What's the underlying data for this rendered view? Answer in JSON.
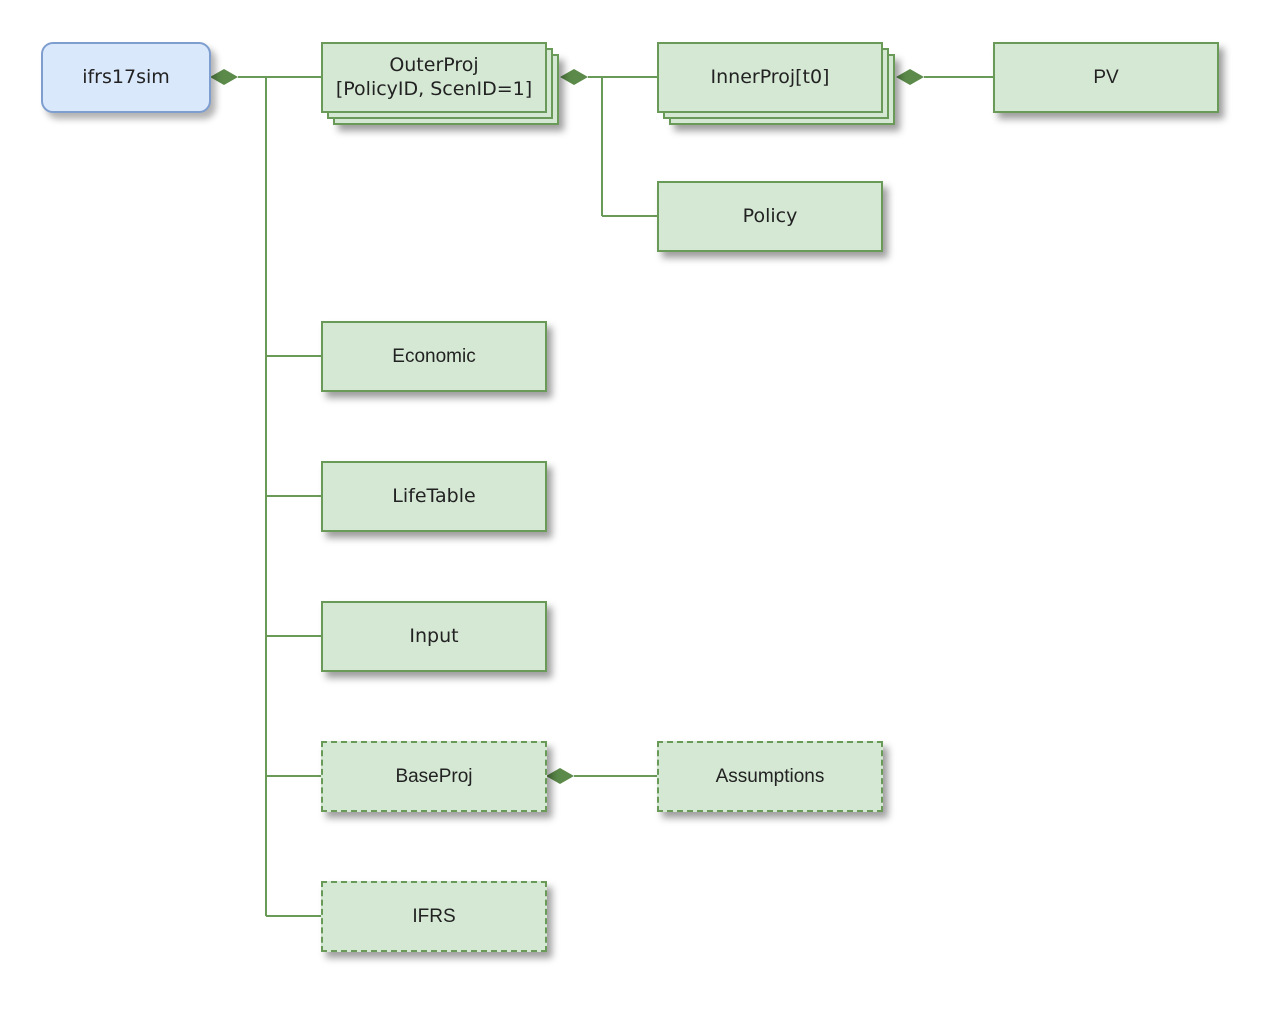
{
  "diagram": {
    "root": {
      "label": "ifrs17sim"
    },
    "outer_proj": {
      "line1": "OuterProj",
      "line2": "[PolicyID, ScenID=1]"
    },
    "inner_proj": {
      "label": "InnerProj[t0]"
    },
    "pv": {
      "label": "PV"
    },
    "policy": {
      "label": "Policy"
    },
    "economic": {
      "label": "Economic"
    },
    "life_table": {
      "label": "LifeTable"
    },
    "input": {
      "label": "Input"
    },
    "base_proj": {
      "label": "BaseProj"
    },
    "assumptions": {
      "label": "Assumptions"
    },
    "ifrs": {
      "label": "IFRS"
    }
  },
  "colors": {
    "node_fill": "#d5e8d4",
    "node_border": "#6a9a58",
    "root_fill": "#dae8fc",
    "root_border": "#7d9ecf",
    "connector": "#6a9a58"
  }
}
